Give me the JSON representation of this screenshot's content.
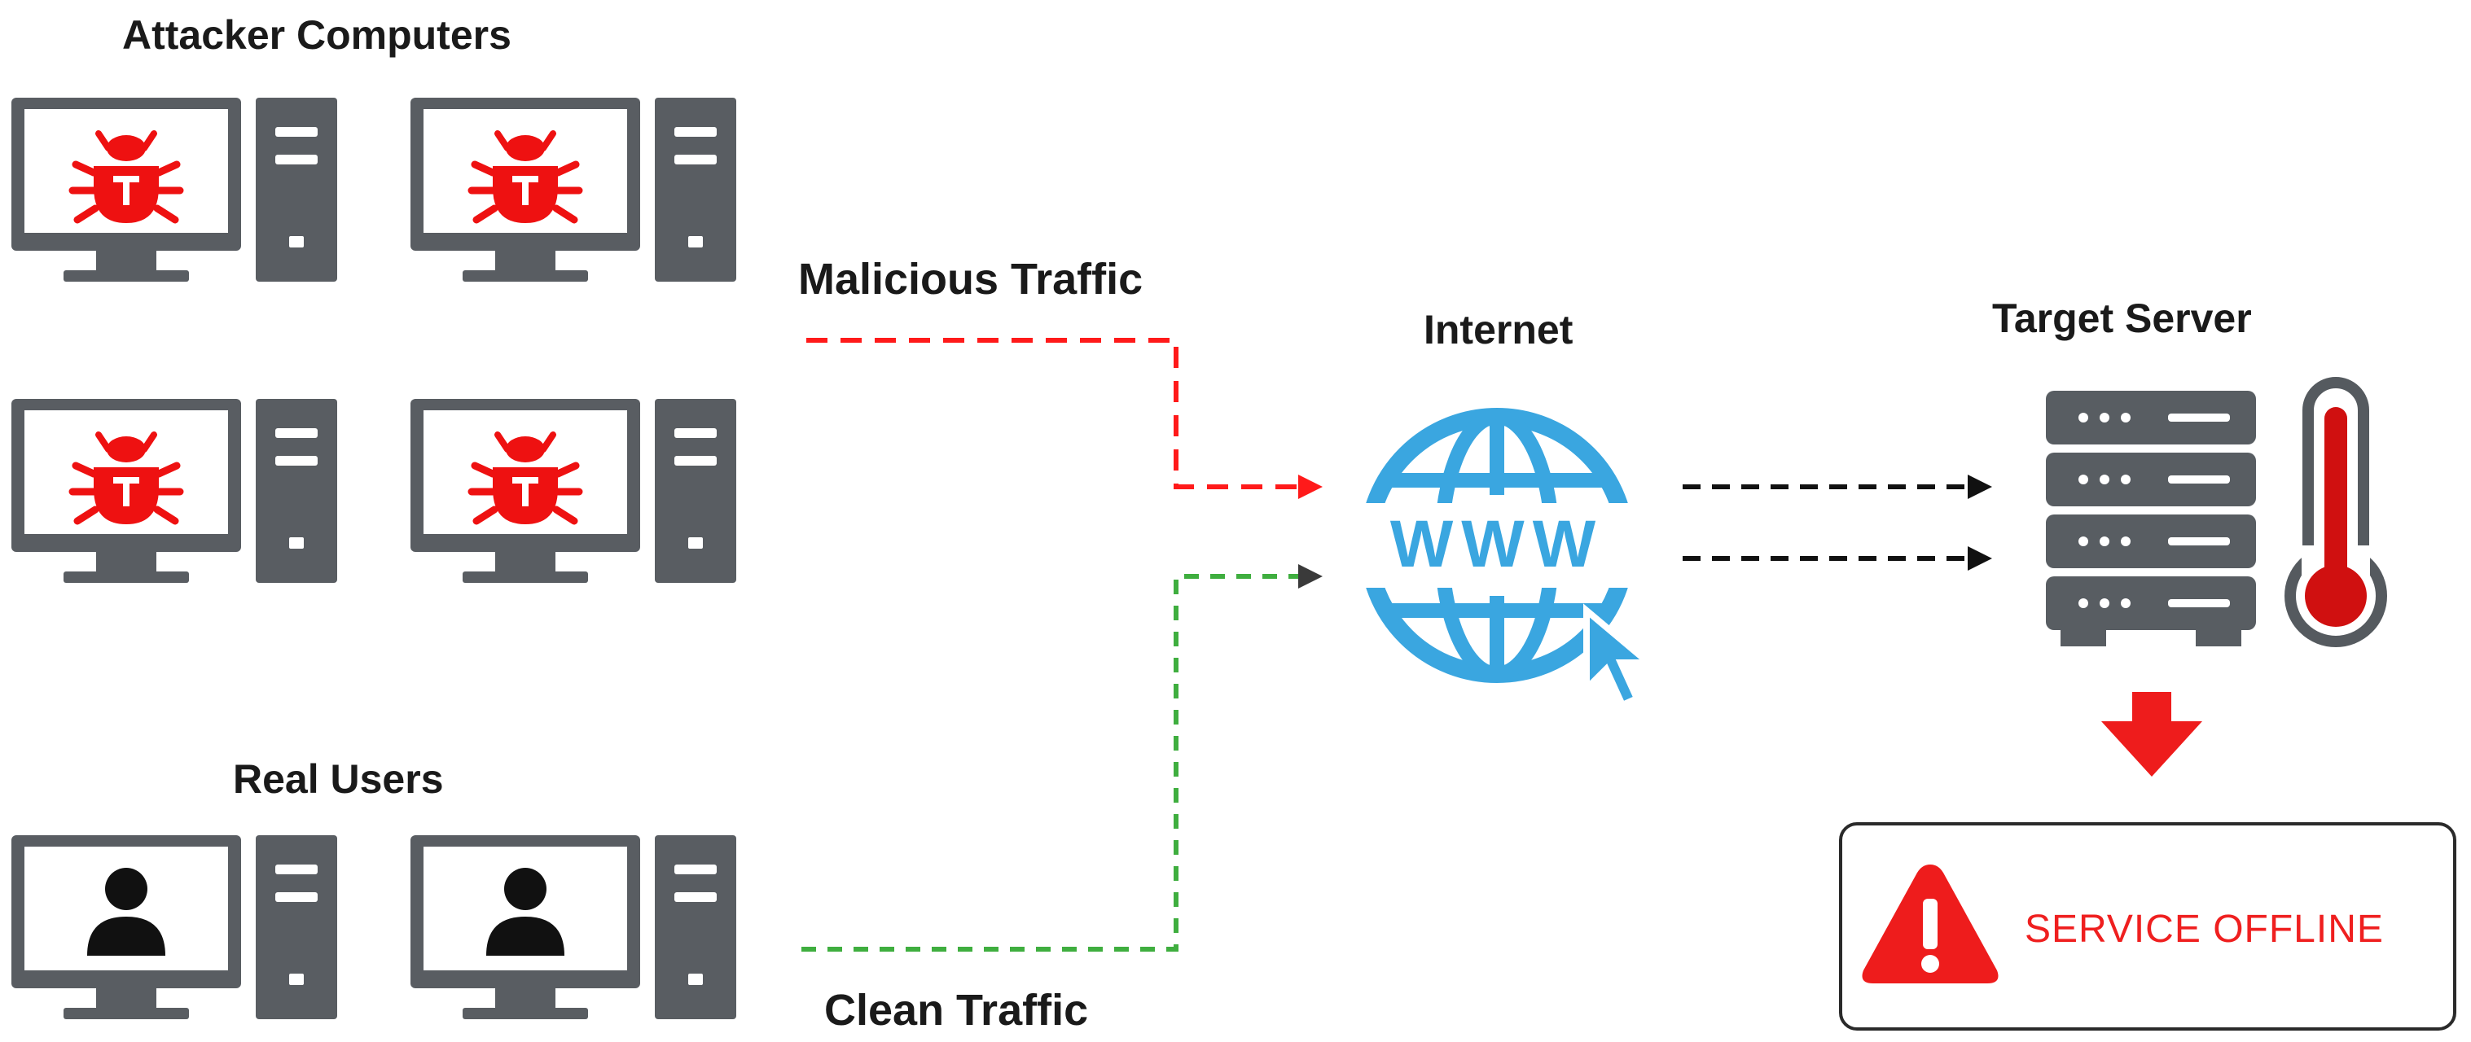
{
  "labels": {
    "attacker_computers": "Attacker Computers",
    "real_users": "Real Users",
    "malicious_traffic": "Malicious Traffic",
    "clean_traffic": "Clean Traffic",
    "internet": "Internet",
    "target_server": "Target Server",
    "globe_text": "WWW"
  },
  "status": {
    "message": "SERVICE OFFLINE"
  },
  "icons": {
    "attacker": "bug-icon",
    "user": "user-icon",
    "tower": "pc-tower-icon",
    "internet": "globe-www-icon",
    "server": "server-rack-icon",
    "thermometer": "thermometer-icon",
    "arrow": "arrow-down-icon",
    "warning": "warning-icon"
  },
  "colors": {
    "malicious": "#ff1a1a",
    "clean": "#3fae3f",
    "globe": "#3aa6e0",
    "server": "#555a5f",
    "alert": "#ee1c1c",
    "thermo_mercury": "#d01010"
  }
}
